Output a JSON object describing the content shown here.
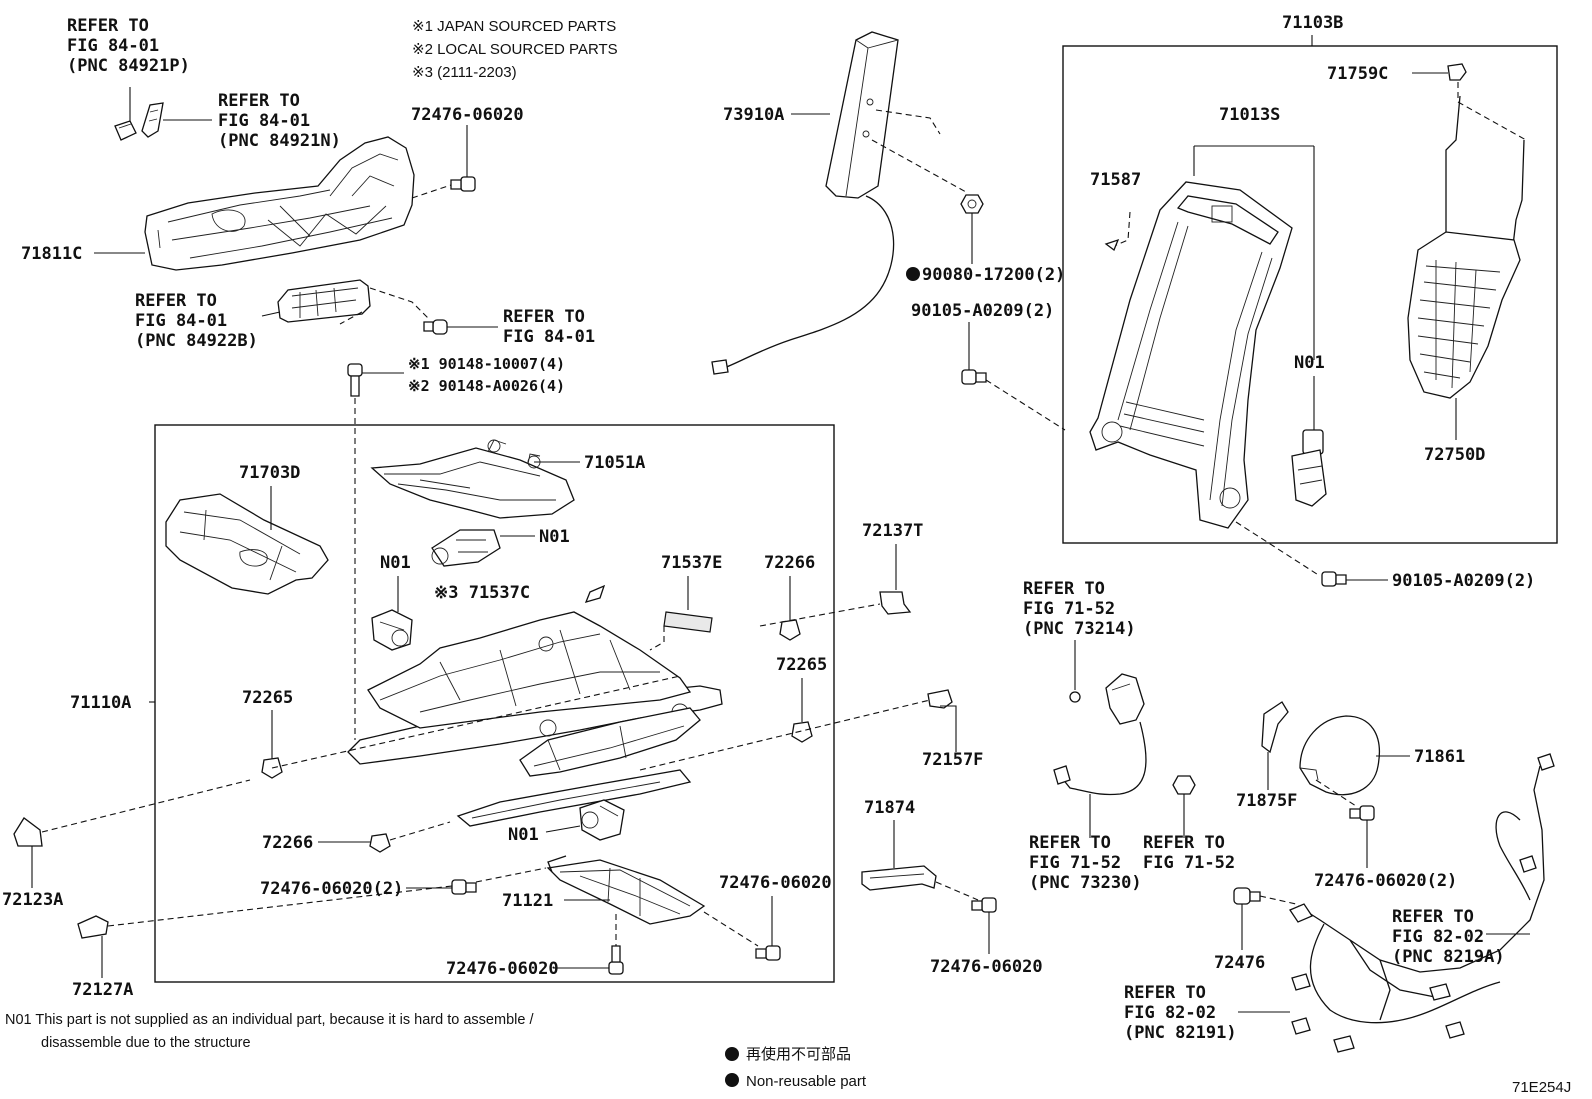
{
  "notes": {
    "japan": "※1 JAPAN SOURCED PARTS",
    "local": "※2 LOCAL SOURCED PARTS",
    "range": "※3 (2111-2203)"
  },
  "labels": {
    "refer_84921p_1": "REFER TO",
    "refer_84921p_2": "FIG 84-01",
    "refer_84921p_3": "(PNC 84921P)",
    "refer_84921n_1": "REFER TO",
    "refer_84921n_2": "FIG 84-01",
    "refer_84921n_3": "(PNC 84921N)",
    "p72476_06020_top": "72476-06020",
    "p71811c": "71811C",
    "refer_84922b_1": "REFER TO",
    "refer_84922b_2": "FIG 84-01",
    "refer_84922b_3": "(PNC 84922B)",
    "refer_8401_1": "REFER TO",
    "refer_8401_2": "FIG 84-01",
    "p90148_10007": "※1 90148-10007(4)",
    "p90148_a0026": "※2 90148-A0026(4)",
    "p73910a": "73910A",
    "p90080_17200": "90080-17200(2)",
    "p90105_a0209_a": "90105-A0209(2)",
    "p71103b": "71103B",
    "p71759c": "71759C",
    "p71013s": "71013S",
    "p71587": "71587",
    "n01_back": "N01",
    "p72750d": "72750D",
    "p90105_a0209_b": "90105-A0209(2)",
    "p71703d": "71703D",
    "p71051a": "71051A",
    "n01_a": "N01",
    "n01_b": "N01",
    "p71537e": "71537E",
    "p72266_a": "72266",
    "p72137t": "72137T",
    "p71537c": "※3 71537C",
    "p71110a": "71110A",
    "p72265_a": "72265",
    "p72265_b": "72265",
    "p72157f": "72157F",
    "p72266_b": "72266",
    "n01_c": "N01",
    "p72476_06020_2a": "72476-06020(2)",
    "p71121": "71121",
    "p72476_06020_r": "72476-06020",
    "p72476_06020_b": "72476-06020",
    "p72123a": "72123A",
    "p72127a": "72127A",
    "p71874": "71874",
    "p72476_06020_c": "72476-06020",
    "refer_73214_1": "REFER TO",
    "refer_73214_2": "FIG 71-52",
    "refer_73214_3": "(PNC 73214)",
    "refer_73230_1": "REFER TO",
    "refer_73230_2": "FIG 71-52",
    "refer_73230_3": "(PNC 73230)",
    "refer_7152_1": "REFER TO",
    "refer_7152_2": "FIG 71-52",
    "p71875f": "71875F",
    "p71861": "71861",
    "p72476_06020_2b": "72476-06020(2)",
    "p72476": "72476",
    "refer_8219a_1": "REFER TO",
    "refer_8219a_2": "FIG 82-02",
    "refer_8219a_3": "(PNC 8219A)",
    "refer_82191_1": "REFER TO",
    "refer_82191_2": "FIG 82-02",
    "refer_82191_3": "(PNC 82191)"
  },
  "footer": {
    "n01_line1": "N01 This part is not supplied as an individual part, because it is hard to assemble /",
    "n01_line2": "disassemble due to the structure",
    "legend_jp": "再使用不可部品",
    "legend_en": "Non-reusable part",
    "code": "71E254J"
  }
}
